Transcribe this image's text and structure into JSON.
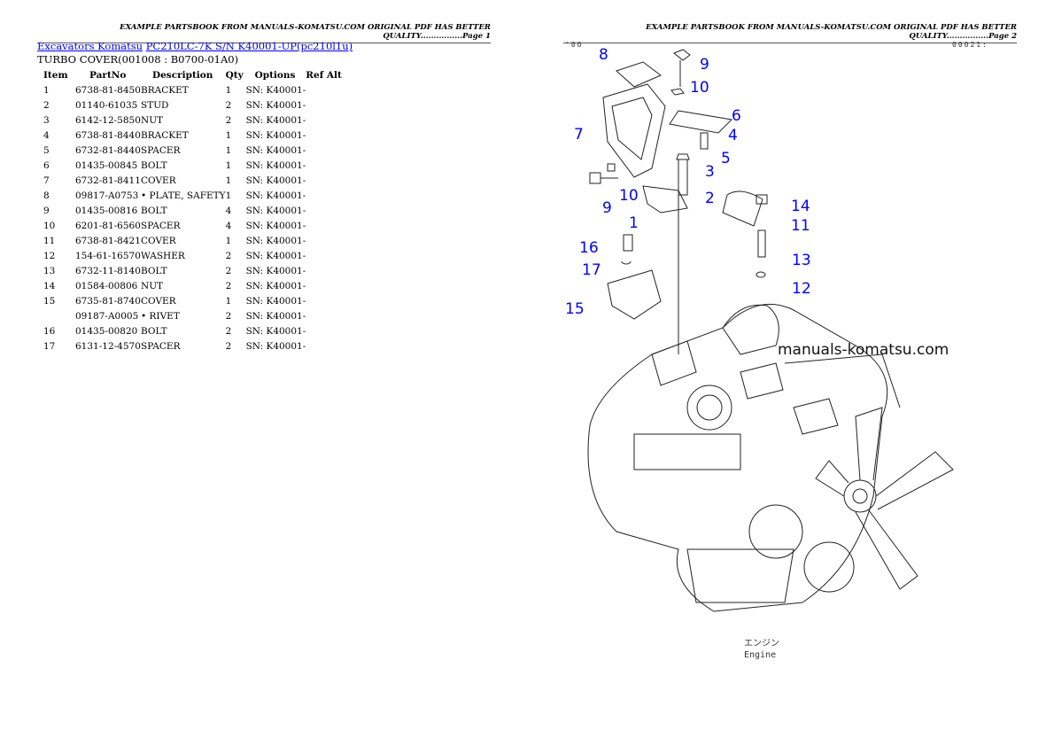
{
  "header": {
    "page1": "EXAMPLE PARTSBOOK FROM MANUALS-KOMATSU.COM ORIGINAL PDF HAS BETTER QUALITY................Page 1",
    "page2": "EXAMPLE PARTSBOOK FROM MANUALS-KOMATSU.COM ORIGINAL PDF HAS BETTER QUALITY................Page 2"
  },
  "breadcrumb": {
    "link1": "Excavators Komatsu",
    "link2": "PC210LC-7K S/N K40001-UP(pc210l1u)"
  },
  "title": "TURBO COVER(001008 : B0700-01A0)",
  "table": {
    "headers": [
      "Item",
      "PartNo",
      "Description",
      "Qty",
      "Options",
      "Ref Alt"
    ],
    "rows": [
      [
        "1",
        "6738-81-8450",
        "BRACKET",
        "1",
        "SN: K40001-"
      ],
      [
        "2",
        "01140-61035",
        "STUD",
        "2",
        "SN: K40001-"
      ],
      [
        "3",
        "6142-12-5850",
        "NUT",
        "2",
        "SN: K40001-"
      ],
      [
        "4",
        "6738-81-8440",
        "BRACKET",
        "1",
        "SN: K40001-"
      ],
      [
        "5",
        "6732-81-8440",
        "SPACER",
        "1",
        "SN: K40001-"
      ],
      [
        "6",
        "01435-00845",
        "BOLT",
        "1",
        "SN: K40001-"
      ],
      [
        "7",
        "6732-81-8411",
        "COVER",
        "1",
        "SN: K40001-"
      ],
      [
        "8",
        "09817-A0753",
        "• PLATE, SAFETY",
        "1",
        "SN: K40001-"
      ],
      [
        "9",
        "01435-00816",
        "BOLT",
        "4",
        "SN: K40001-"
      ],
      [
        "10",
        "6201-81-6560",
        "SPACER",
        "4",
        "SN: K40001-"
      ],
      [
        "11",
        "6738-81-8421",
        "COVER",
        "1",
        "SN: K40001-"
      ],
      [
        "12",
        "154-61-16570",
        "WASHER",
        "2",
        "SN: K40001-"
      ],
      [
        "13",
        "6732-11-8140",
        "BOLT",
        "2",
        "SN: K40001-"
      ],
      [
        "14",
        "01584-00806",
        "NUT",
        "2",
        "SN: K40001-"
      ],
      [
        "15",
        "6735-81-8740",
        "COVER",
        "1",
        "SN: K40001-"
      ],
      [
        "",
        "09187-A0005",
        "• RIVET",
        "2",
        "SN: K40001-"
      ],
      [
        "16",
        "01435-00820",
        "BOLT",
        "2",
        "SN: K40001-"
      ],
      [
        "17",
        "6131-12-4570",
        "SPACER",
        "2",
        "SN: K40001-"
      ]
    ]
  },
  "diagram": {
    "code_left": "'00",
    "code_right": "00021:",
    "callouts": [
      "8",
      "9",
      "10",
      "6",
      "7",
      "4",
      "5",
      "3",
      "10",
      "2",
      "9",
      "1",
      "14",
      "11",
      "16",
      "13",
      "17",
      "12",
      "15"
    ],
    "watermark": "manuals-komatsu.com",
    "caption_jp": "エンジン",
    "caption_en": "Engine",
    "callout_color": "#0000ff"
  }
}
